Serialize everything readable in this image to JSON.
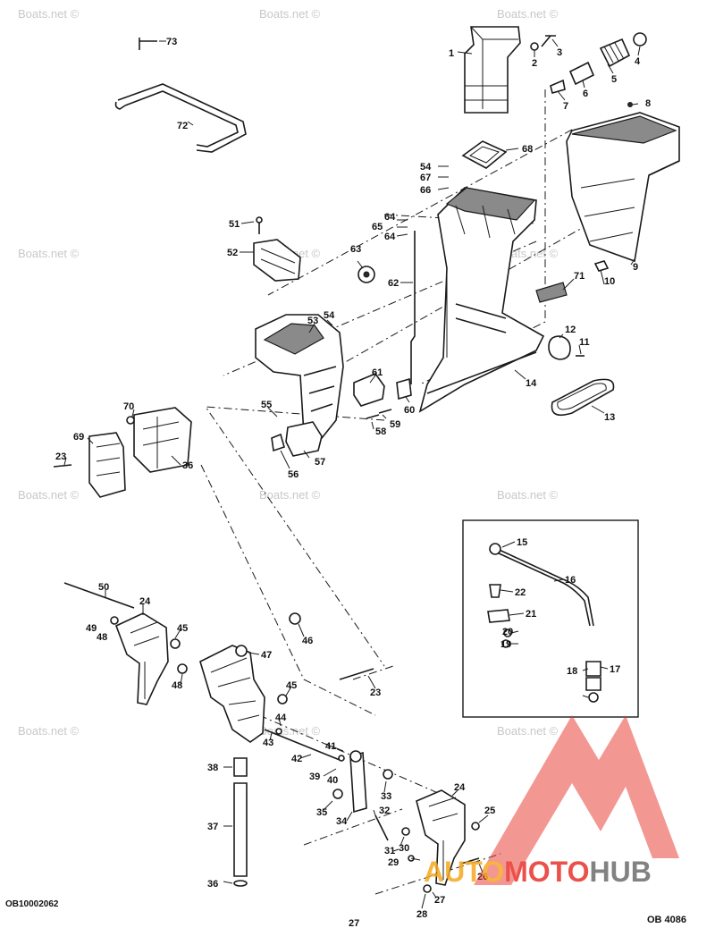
{
  "watermark_text": "Boats.net ©",
  "drawing_code": "OB10002062",
  "diagram_number": "OB 4086",
  "page_number": "27",
  "logo": {
    "part1": "AUTO",
    "part2": "MOTO",
    "part3": "HUB",
    "color_red": "#e8332c",
    "color_orange": "#f6a81d",
    "color_gray": "#6d6d6d"
  },
  "callouts": [
    "1",
    "2",
    "3",
    "4",
    "5",
    "6",
    "7",
    "8",
    "9",
    "10",
    "11",
    "12",
    "13",
    "14",
    "15",
    "16",
    "17",
    "18",
    "19",
    "20",
    "21",
    "22",
    "23",
    "24",
    "25",
    "26",
    "27",
    "28",
    "29",
    "30",
    "31",
    "32",
    "33",
    "34",
    "35",
    "36",
    "37",
    "38",
    "39",
    "40",
    "41",
    "42",
    "43",
    "44",
    "45",
    "46",
    "47",
    "48",
    "49",
    "50",
    "51",
    "52",
    "53",
    "54",
    "55",
    "56",
    "57",
    "58",
    "59",
    "60",
    "61",
    "62",
    "63",
    "64",
    "65",
    "66",
    "67",
    "68",
    "69",
    "70",
    "71",
    "72",
    "73"
  ]
}
